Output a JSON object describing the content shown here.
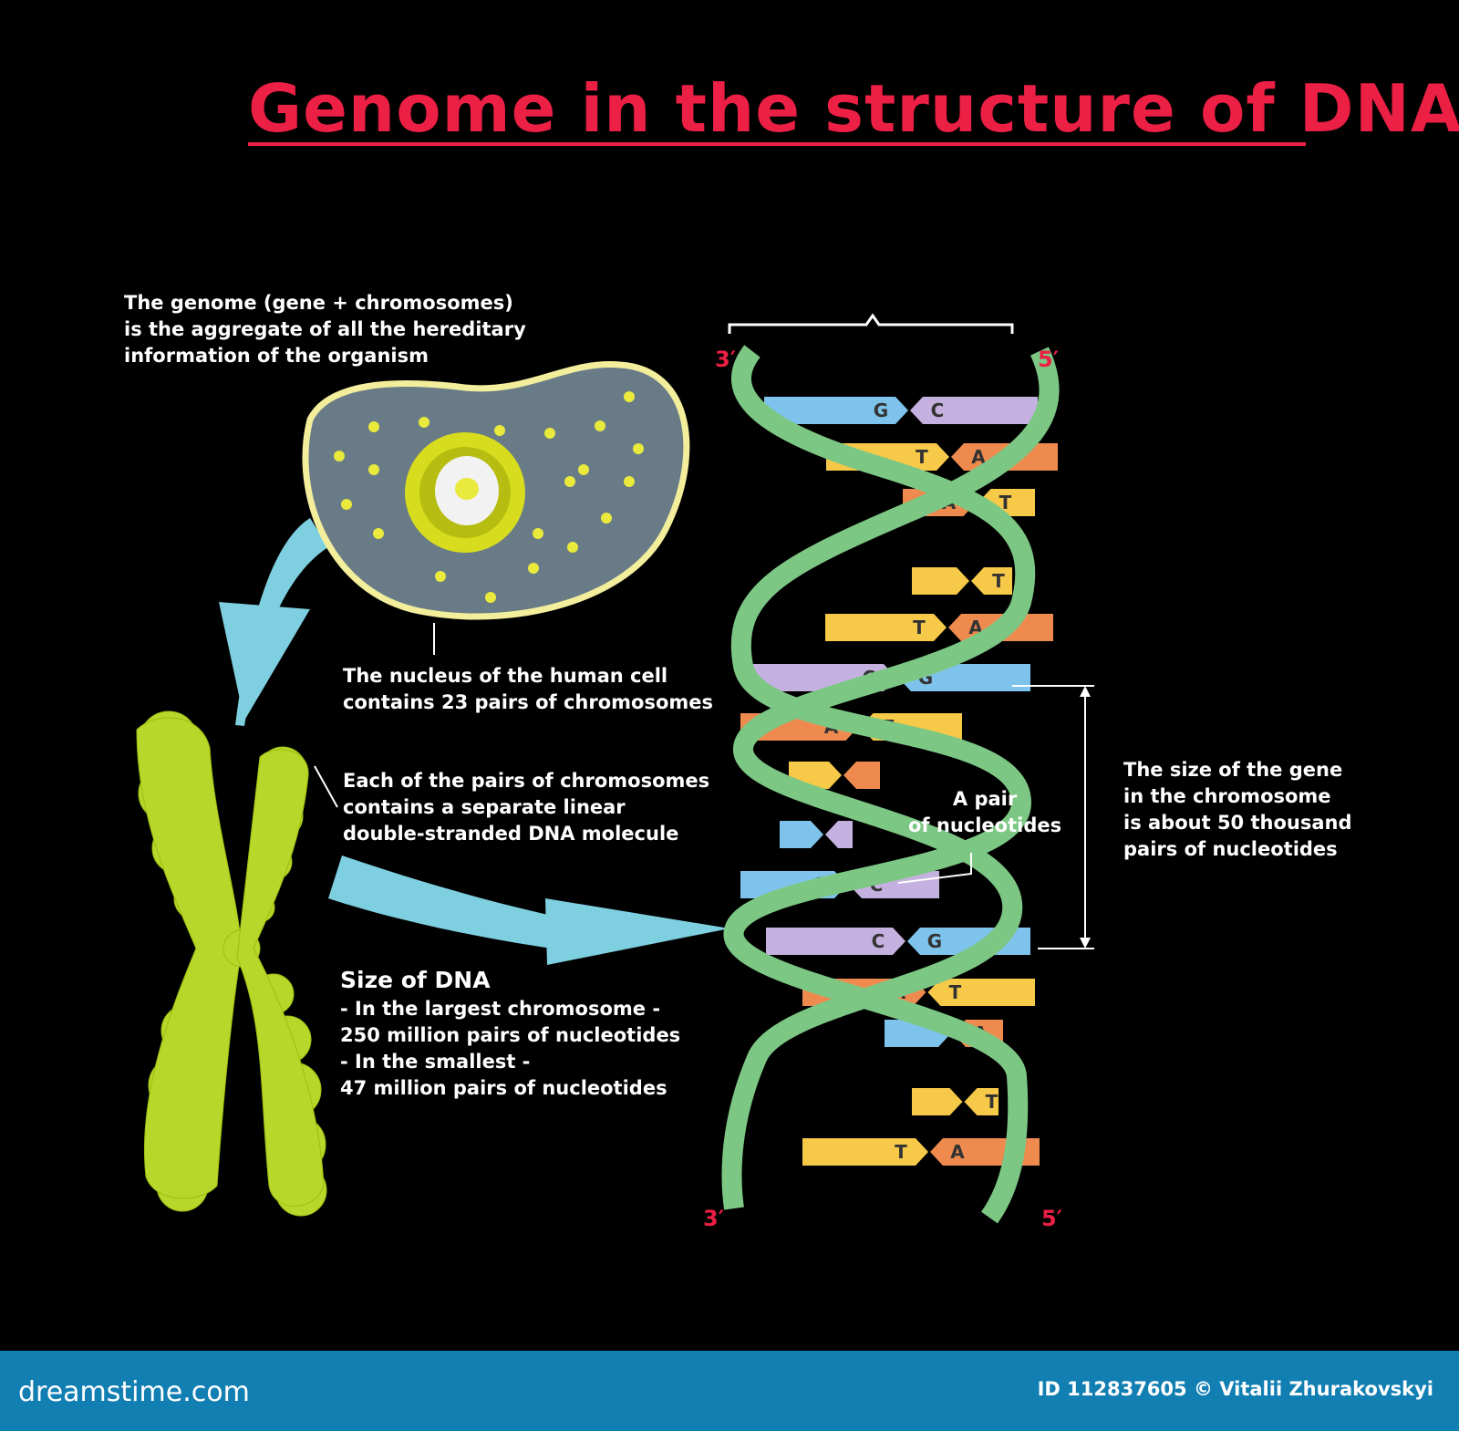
{
  "title": "Genome in the structure of DNA",
  "notes": {
    "genome": "The genome (gene + chromosomes)\nis the aggregate of all the hereditary\ninformation of the organism",
    "nucleus": "The nucleus of the human cell\ncontains 23 pairs of chromosomes",
    "pairs": "Each of the pairs of chromosomes\n contains a separate linear\ndouble-stranded DNA molecule",
    "size_heading": "Size of DNA",
    "size_body": "- In the largest chromosome -\n250 million pairs of nucleotides\n- In the smallest -\n 47 million pairs of nucleotides",
    "pair_label": "A pair\nof nucleotides",
    "gene_size": "The size of the gene\nin the chromosome\nis about 50 thousand\npairs of nucleotides"
  },
  "strand_ends": {
    "top_left": "3′",
    "top_right": "5′",
    "bottom_left": "3′",
    "bottom_right": "5′"
  },
  "base_pairs": [
    {
      "left": "G",
      "right": "C"
    },
    {
      "left": "T",
      "right": "A"
    },
    {
      "left": "A",
      "right": "T"
    },
    {
      "left": "",
      "right": "T"
    },
    {
      "left": "T",
      "right": "A"
    },
    {
      "left": "C",
      "right": "G"
    },
    {
      "left": "A",
      "right": "T"
    },
    {
      "left": "",
      "right": ""
    },
    {
      "left": "",
      "right": ""
    },
    {
      "left": "G",
      "right": "C"
    },
    {
      "left": "C",
      "right": "G"
    },
    {
      "left": "A",
      "right": "T"
    },
    {
      "left": "",
      "right": "A"
    },
    {
      "left": "",
      "right": "T"
    },
    {
      "left": "T",
      "right": "A"
    }
  ],
  "base_colors": {
    "G": "#7ec3ec",
    "C": "#c5b1df",
    "T": "#f7c948",
    "A": "#ef8a4f"
  },
  "colors": {
    "title": "#ec1f44",
    "helix": "#7cc784",
    "cell_membrane": "#f3ee9c",
    "cell_cytoplasm": "#687b87",
    "chromosome": "#b7d82a",
    "arrow": "#7ecfe0",
    "footer": "#127fb3"
  },
  "footer": {
    "logo": "dreamstime.com",
    "credit": "ID 112837605 © Vitalii Zhurakovskyi"
  }
}
